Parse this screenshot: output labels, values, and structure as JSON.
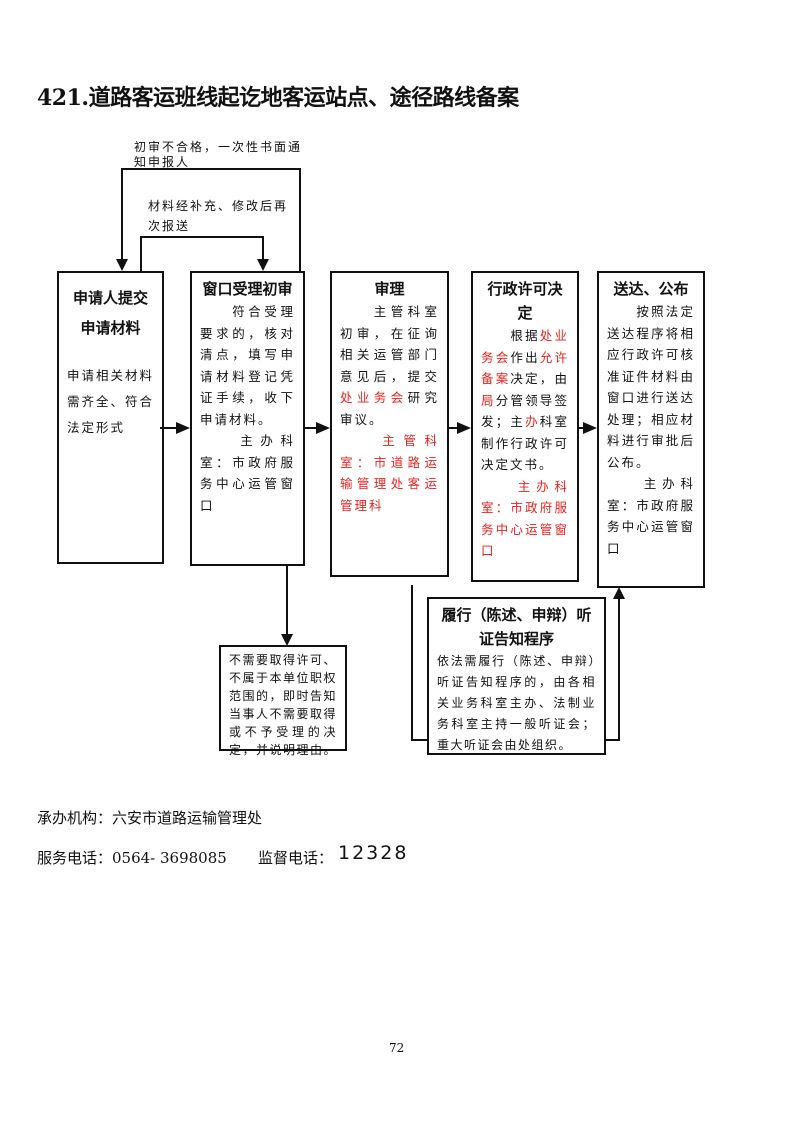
{
  "title": "421.道路客运班线起讫地客运站点、途径路线备案",
  "loop_notes": {
    "outer": "初审不合格，一次性书面通知申报人",
    "inner": "材料经补充、修改后再次报送"
  },
  "boxes": [
    {
      "heading": "申请人提交申请材料",
      "paras": [
        [
          {
            "t": "申请相关材料需齐全、符合法定形式"
          }
        ]
      ]
    },
    {
      "heading": "窗口受理初审",
      "paras": [
        [
          {
            "t": "　　符合受理要求的，核对清点，填写申请材料登记凭证手续，收下申请材料。"
          }
        ],
        [
          {
            "t": "　　主办科室：市政府服务中心运管窗口"
          }
        ]
      ]
    },
    {
      "heading": "审理",
      "paras": [
        [
          {
            "t": "　　主管科室初审，在征询相关运管部门意见后，提交"
          },
          {
            "t": "处业务会",
            "red": true
          },
          {
            "t": "研究审议。"
          }
        ],
        [
          {
            "t": " "
          }
        ],
        [
          {
            "t": "　　主管科室：市道路运输管理处客运管理科",
            "red": true
          }
        ]
      ]
    },
    {
      "heading": "行政许可决定",
      "paras": [
        [
          {
            "t": "　　根据"
          },
          {
            "t": "处业务会",
            "red": true
          },
          {
            "t": "作出"
          },
          {
            "t": "允许备案",
            "red": true
          },
          {
            "t": "决定，由"
          },
          {
            "t": "局",
            "red": true
          },
          {
            "t": "分管领导签发；主"
          },
          {
            "t": "办",
            "red": true
          },
          {
            "t": "科室制作行政许可决定文书。"
          }
        ],
        [
          {
            "t": "　　主办科室：市政府服务中心运管窗口",
            "red": true
          }
        ]
      ]
    },
    {
      "heading": "送达、公布",
      "paras": [
        [
          {
            "t": "　　按照法定送达程序将相应行政许可核准证件材料由窗口进行送达处理；相应材料进行审批后公布。"
          }
        ],
        [
          {
            "t": "　　主办科室：市政府服务中心运管窗口"
          }
        ]
      ]
    },
    {
      "heading": "",
      "paras": [
        [
          {
            "t": "不需要取得许可、不属于本单位职权范围的，即时告知当事人不需要取得或不予受理的决定，并说明理由。"
          }
        ]
      ]
    },
    {
      "heading": "履行（陈述、申辩）听证告知程序",
      "paras": [
        [
          {
            "t": "依法需履行（陈述、申辩）听证告知程序的，由各相关业务科室主办、法制业务科室主持一般听证会；重大听证会由处组织。"
          }
        ]
      ]
    }
  ],
  "footer": {
    "org": "承办机构：六安市道路运输管理处",
    "service_phone": "服务电话：0564- 3698085",
    "supervise_label": "监督电话：",
    "supervise_number": "12328"
  },
  "page_number": "72",
  "colors": {
    "highlight": "#e8231f"
  }
}
